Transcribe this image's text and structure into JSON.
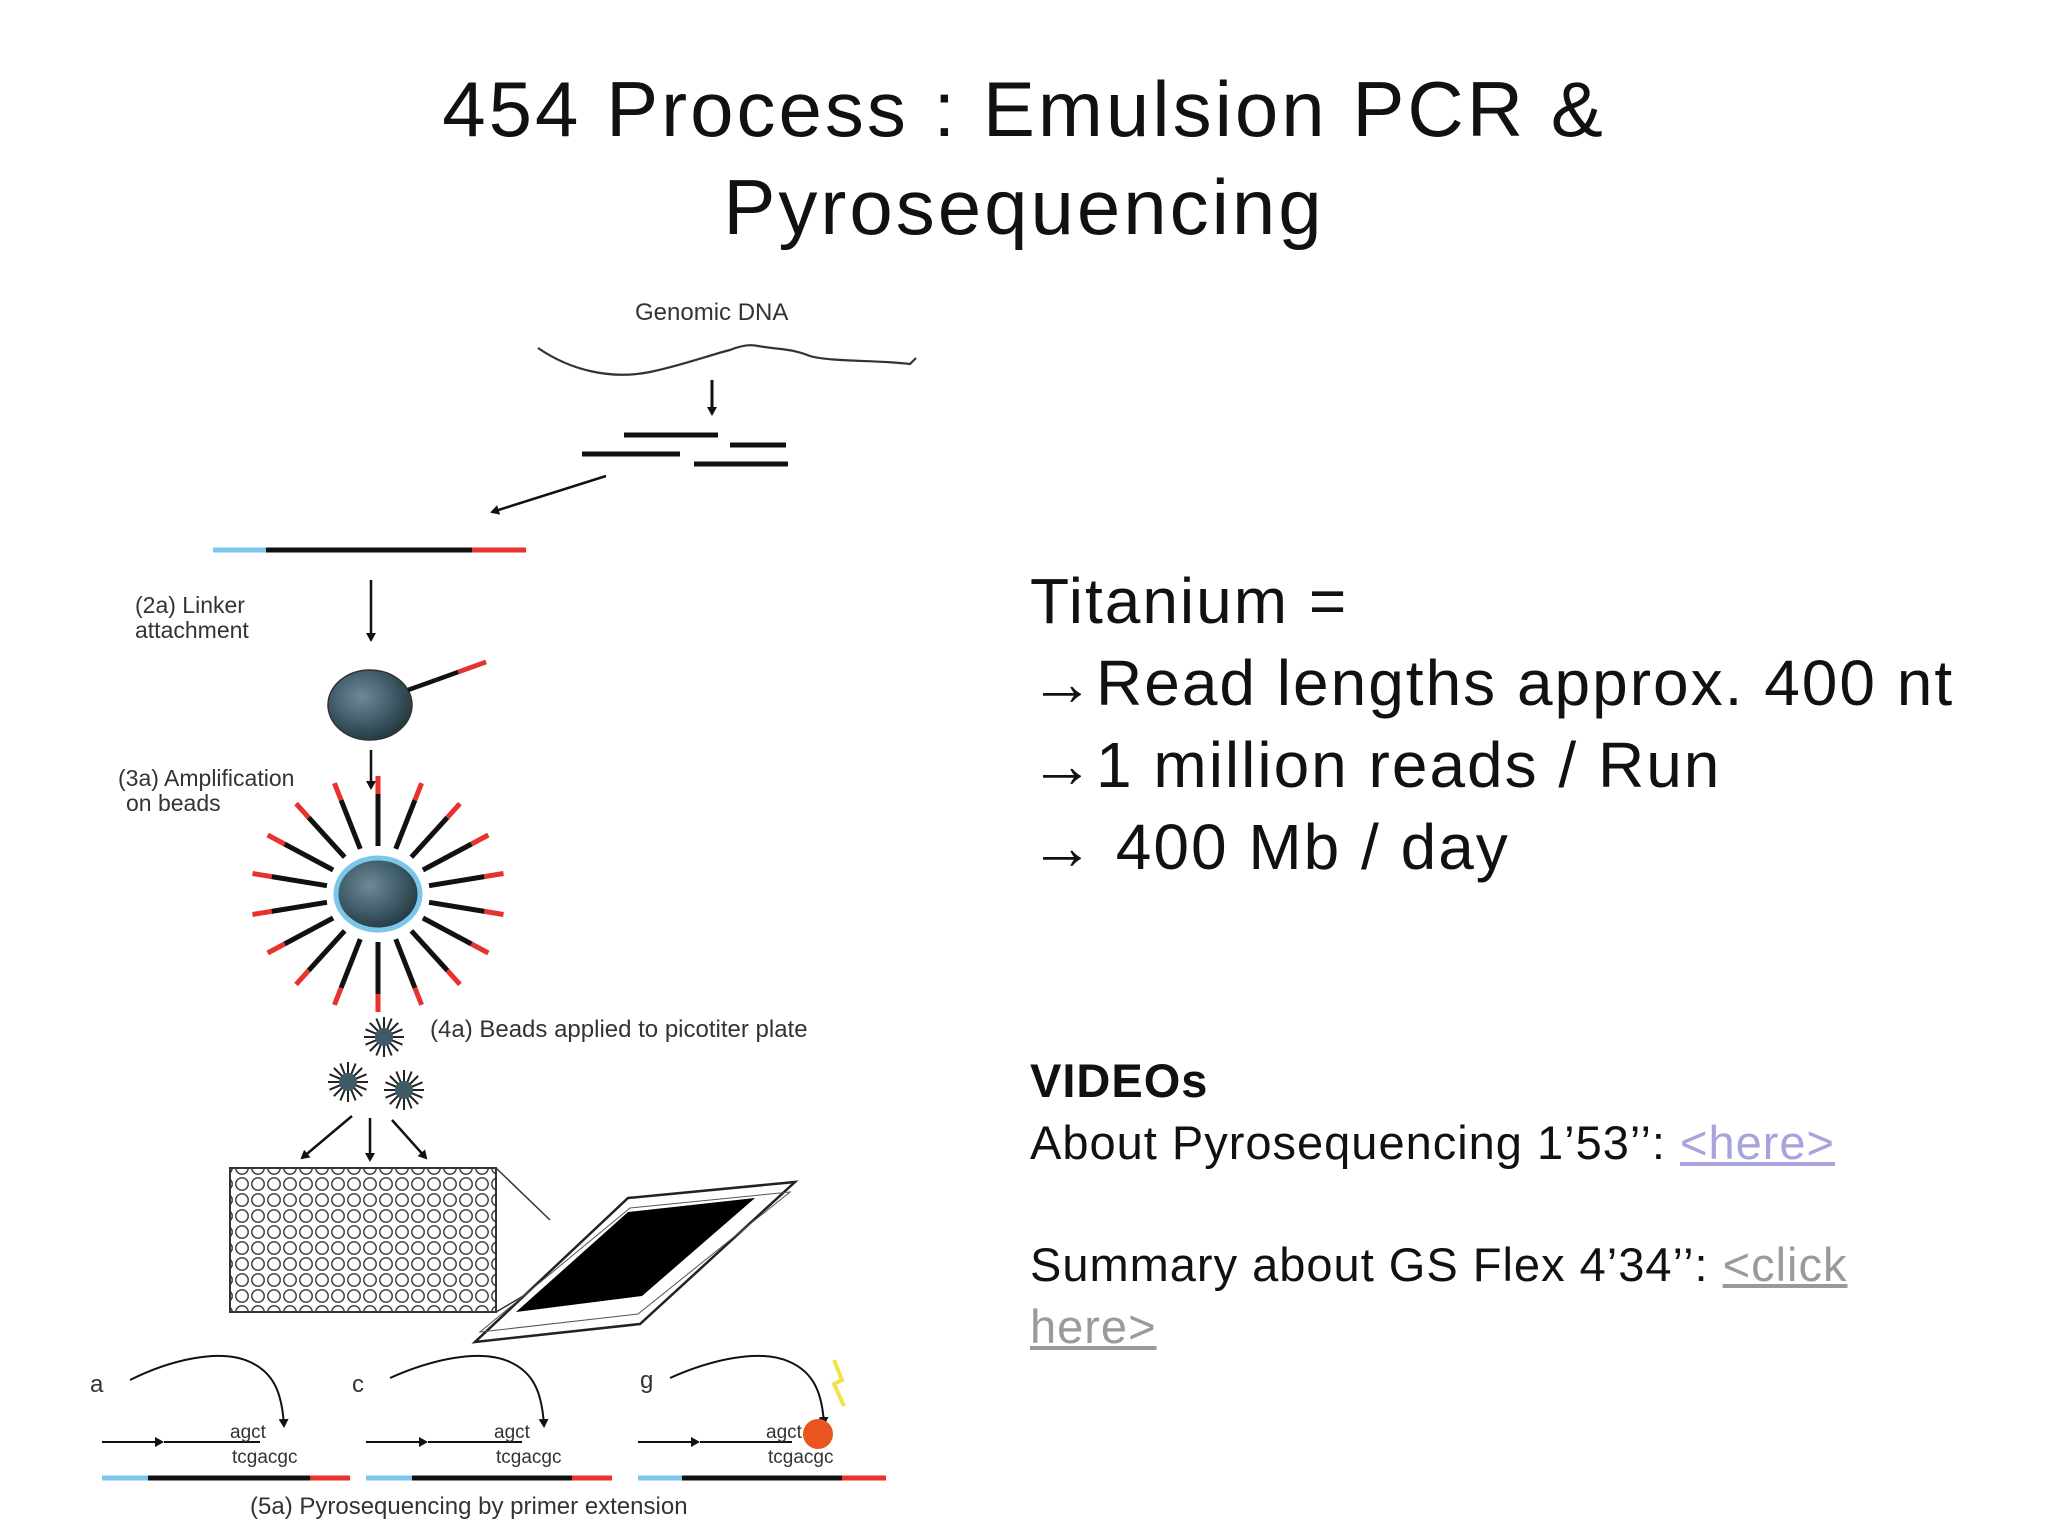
{
  "slide": {
    "title_line1": "454 Process : Emulsion PCR &",
    "title_line2": "Pyrosequencing"
  },
  "diagram": {
    "genomic_dna": "Genomic DNA",
    "linker_1": "(2a) Linker",
    "linker_2": "attachment",
    "amp_1": "(3a) Amplification",
    "amp_2": "on beads",
    "beads_label": "(4a) Beads applied to picotiter plate",
    "a": "a",
    "c": "c",
    "g": "g",
    "agct": "agct",
    "tcgacgc": "tcgacgc",
    "agct_g": "agct",
    "tcgacgc_g": "tcgacgc",
    "pyro_label": "(5a) Pyrosequencing by primer extension"
  },
  "titanium": {
    "head": "Titanium =",
    "arrow": "→",
    "p1": "Read lengths approx. 400 nt",
    "p2": "1 million reads / Run",
    "p3": " 400 Mb / day"
  },
  "videos": {
    "heading": "VIDEOs",
    "v1_text": "About Pyrosequencing 1’53’’: ",
    "v1_link": "<here>",
    "v2_text": "Summary about GS Flex 4’34’’: ",
    "v2_link_a": "<click",
    "v2_link_b": "here>"
  },
  "colors": {
    "blue_end": "#7cc6ec",
    "red_end": "#e8322e",
    "bead": "#3d5a66",
    "link1": "#a7a3dd",
    "link2": "#9a9a9a"
  }
}
